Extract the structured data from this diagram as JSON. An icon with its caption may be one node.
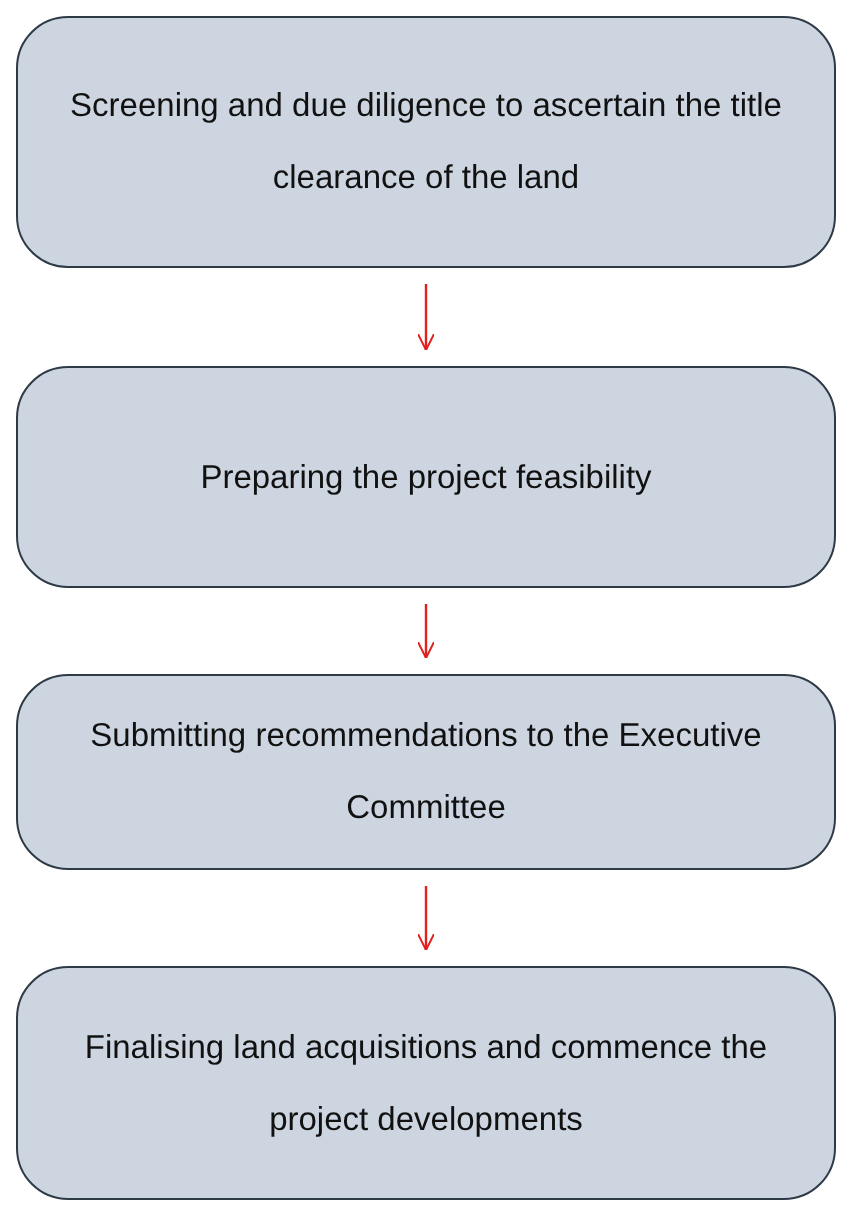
{
  "diagram": {
    "nodes": [
      {
        "text": [
          "Screening and due diligence to ascertain the title clearance of the land"
        ]
      },
      {
        "text": [
          "Preparing the project feasibility"
        ]
      },
      {
        "text": [
          "Submitting recommendations to the Executive Committee"
        ]
      },
      {
        "text": [
          "Finalising land acquisitions and commence the project developments"
        ]
      }
    ],
    "edges": [
      {
        "from": 0,
        "to": 1,
        "arrow": "to"
      },
      {
        "from": 1,
        "to": 2,
        "arrow": "to"
      },
      {
        "from": 2,
        "to": 3,
        "arrow": "to"
      }
    ]
  }
}
